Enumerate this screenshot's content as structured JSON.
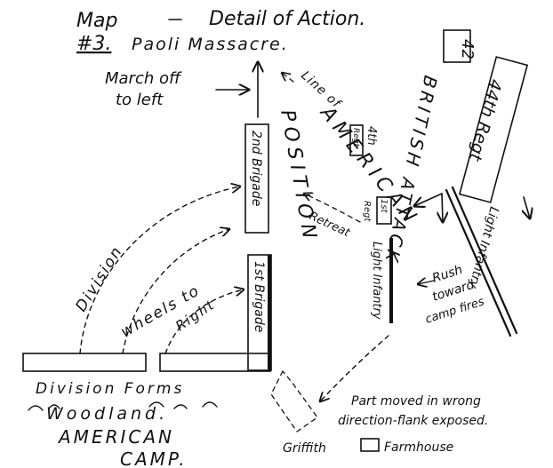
{
  "title": {
    "line1_left": "Map",
    "line1_right": "Detail of Action.",
    "number": "#3.",
    "subtitle": "Paoli Massacre."
  },
  "labels": {
    "march_off_1": "March off",
    "march_off_2": "to left",
    "second_brigade": "2nd Brigade",
    "first_brigade": "1st Brigade",
    "fourth_regt_1": "4th",
    "fourth_regt_2": "Regt",
    "first_regt_1": "1st",
    "first_regt_2": "Regt",
    "forty_second": "42",
    "forty_fourth": "44th Regt",
    "line_of_american_position": "Line of AMERICAN POSITION",
    "american_position_1": "AMERICAN",
    "american_position_2": "POSITION",
    "line_of": "Line of",
    "retreat": "Retreat",
    "light_infantry_american": "Light Infantry",
    "british_attack": "BRITISH ATTACK",
    "light_infantry_british": "Light Infantry",
    "rush_1": "Rush",
    "rush_2": "toward",
    "rush_3": "camp fires",
    "division": "Division",
    "wheels_to": "wheels to",
    "right": "Right",
    "division_forms": "Division Forms",
    "woodland": "Woodland.",
    "american_camp_1": "AMERICAN",
    "american_camp_2": "CAMP.",
    "part_moved_1": "Part moved in wrong",
    "part_moved_2": "direction-flank exposed.",
    "griffith": "Griffith",
    "farmhouse": "Farmhouse"
  }
}
